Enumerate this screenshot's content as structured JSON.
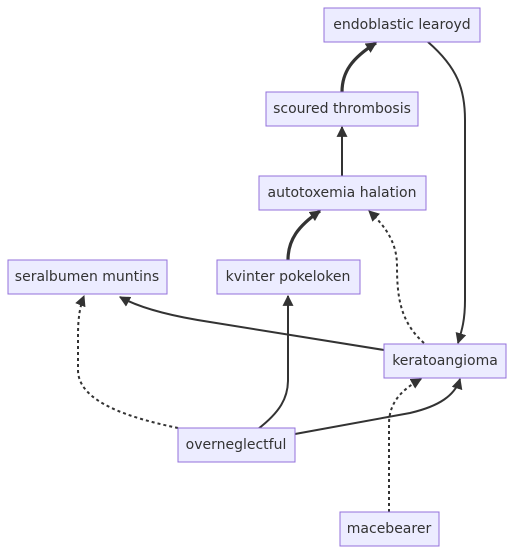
{
  "nodes": [
    {
      "id": "endoblastic",
      "label": "endoblastic learoyd"
    },
    {
      "id": "scoured",
      "label": "scoured thrombosis"
    },
    {
      "id": "autotoxemia",
      "label": "autotoxemia halation"
    },
    {
      "id": "seralbumen",
      "label": "seralbumen muntins"
    },
    {
      "id": "kvinter",
      "label": "kvinter pokeloken"
    },
    {
      "id": "keratoangioma",
      "label": "keratoangioma"
    },
    {
      "id": "overneglectful",
      "label": "overneglectful"
    },
    {
      "id": "macebearer",
      "label": "macebearer"
    }
  ],
  "edges": [
    {
      "from": "scoured",
      "to": "endoblastic",
      "style": "thick"
    },
    {
      "from": "endoblastic",
      "to": "keratoangioma",
      "style": "solid"
    },
    {
      "from": "autotoxemia",
      "to": "scoured",
      "style": "solid"
    },
    {
      "from": "kvinter",
      "to": "autotoxemia",
      "style": "thick"
    },
    {
      "from": "keratoangioma",
      "to": "autotoxemia",
      "style": "dotted"
    },
    {
      "from": "keratoangioma",
      "to": "seralbumen",
      "style": "solid"
    },
    {
      "from": "overneglectful",
      "to": "seralbumen",
      "style": "dotted"
    },
    {
      "from": "overneglectful",
      "to": "kvinter",
      "style": "solid"
    },
    {
      "from": "overneglectful",
      "to": "keratoangioma",
      "style": "solid"
    },
    {
      "from": "macebearer",
      "to": "keratoangioma",
      "style": "dotted"
    }
  ]
}
